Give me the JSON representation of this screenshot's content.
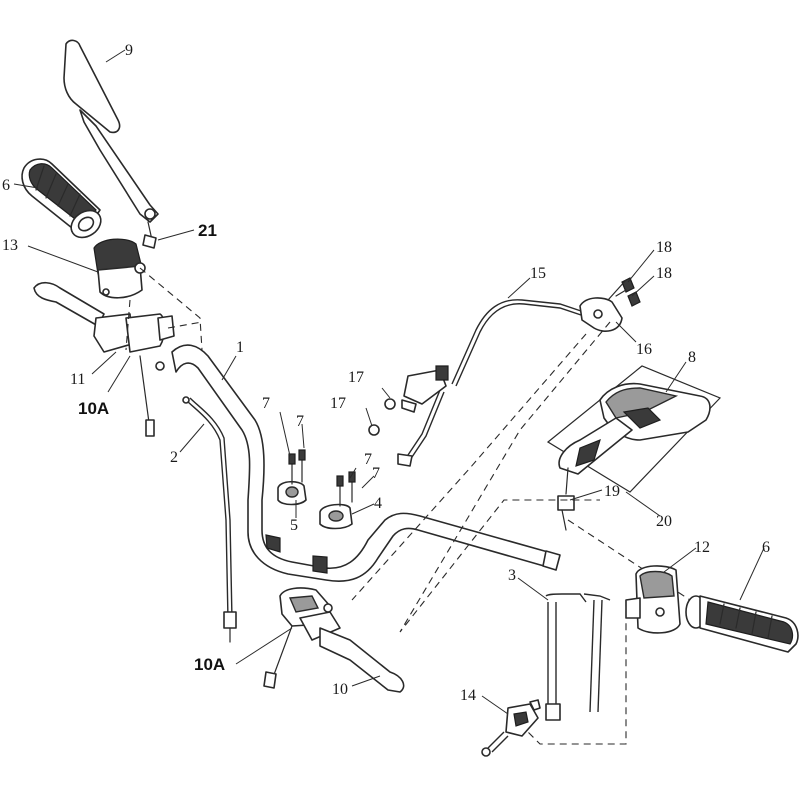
{
  "labels": {
    "l1": "1",
    "l2": "2",
    "l3": "3",
    "l4": "4",
    "l5": "5",
    "l6a": "6",
    "l6b": "6",
    "l7a": "7",
    "l7b": "7",
    "l7c": "7",
    "l7d": "7",
    "l8": "8",
    "l9": "9",
    "l10": "10",
    "l10Aa": "10A",
    "l10Ab": "10A",
    "l11": "11",
    "l12": "12",
    "l13": "13",
    "l14": "14",
    "l15": "15",
    "l16": "16",
    "l17a": "17",
    "l17b": "17",
    "l18a": "18",
    "l18b": "18",
    "l19": "19",
    "l20": "20",
    "l21": "21"
  }
}
